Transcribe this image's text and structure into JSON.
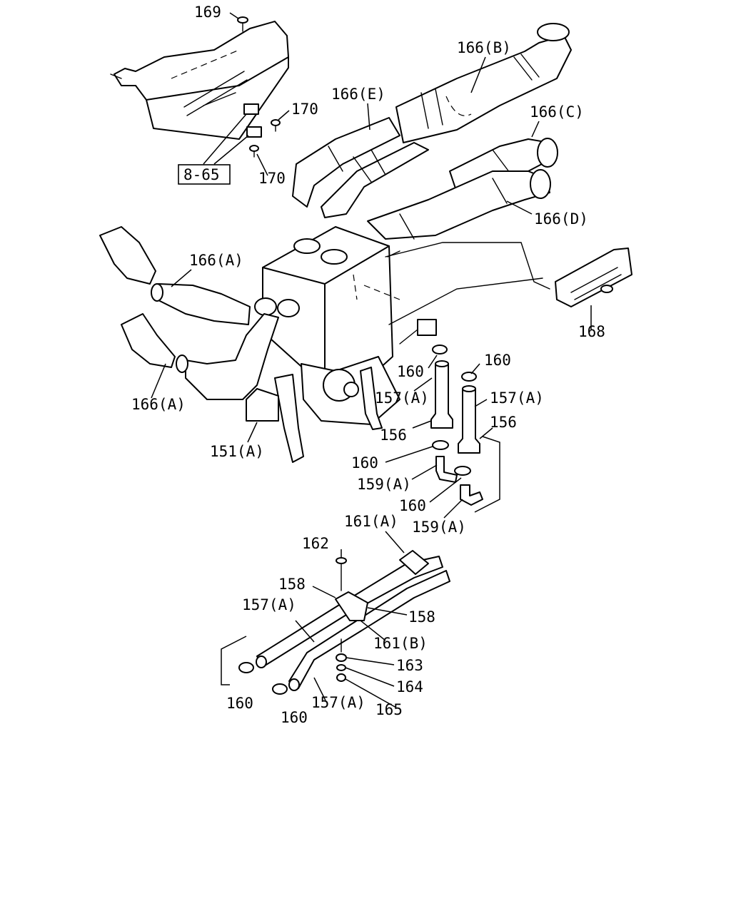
{
  "callouts": {
    "c169": "169",
    "c170a": "170",
    "c170b": "170",
    "ref865": "8-65",
    "c166B": "166(B)",
    "c166E": "166(E)",
    "c166C": "166(C)",
    "c166D": "166(D)",
    "c166A1": "166(A)",
    "c166A2": "166(A)",
    "c168": "168",
    "c151A": "151(A)",
    "c160a": "160",
    "c160b": "160",
    "c157A1": "157(A)",
    "c157A2": "157(A)",
    "c156a": "156",
    "c156b": "156",
    "c160c": "160",
    "c159A1": "159(A)",
    "c160d": "160",
    "c159A2": "159(A)",
    "c161A": "161(A)",
    "c162": "162",
    "c158a": "158",
    "c158b": "158",
    "c157A3": "157(A)",
    "c161B": "161(B)",
    "c163": "163",
    "c164": "164",
    "c160e": "160",
    "c160f": "160",
    "c157A4": "157(A)",
    "c165": "165"
  }
}
